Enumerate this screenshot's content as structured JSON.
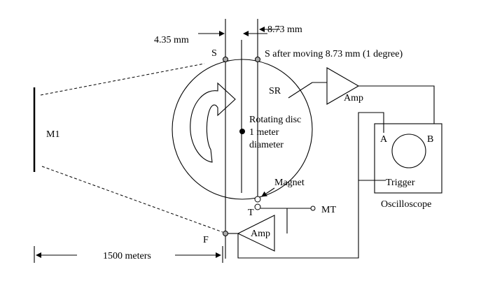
{
  "labels": {
    "dim_left": "4.35 mm",
    "dim_right": "8.73 mm",
    "s": "S",
    "s_after": "S after moving 8.73 mm (1 degree)",
    "sr": "SR",
    "amp_top": "Amp",
    "amp_bottom": "Amp",
    "disc_line1": "Rotating disc",
    "disc_line2": "1 meter",
    "disc_line3": "diameter",
    "m1": "M1",
    "a": "A",
    "b": "B",
    "trigger": "Trigger",
    "oscilloscope": "Oscilloscope",
    "magnet": "Magnet",
    "t": "T",
    "mt": "MT",
    "f": "F",
    "distance": "1500 meters"
  }
}
